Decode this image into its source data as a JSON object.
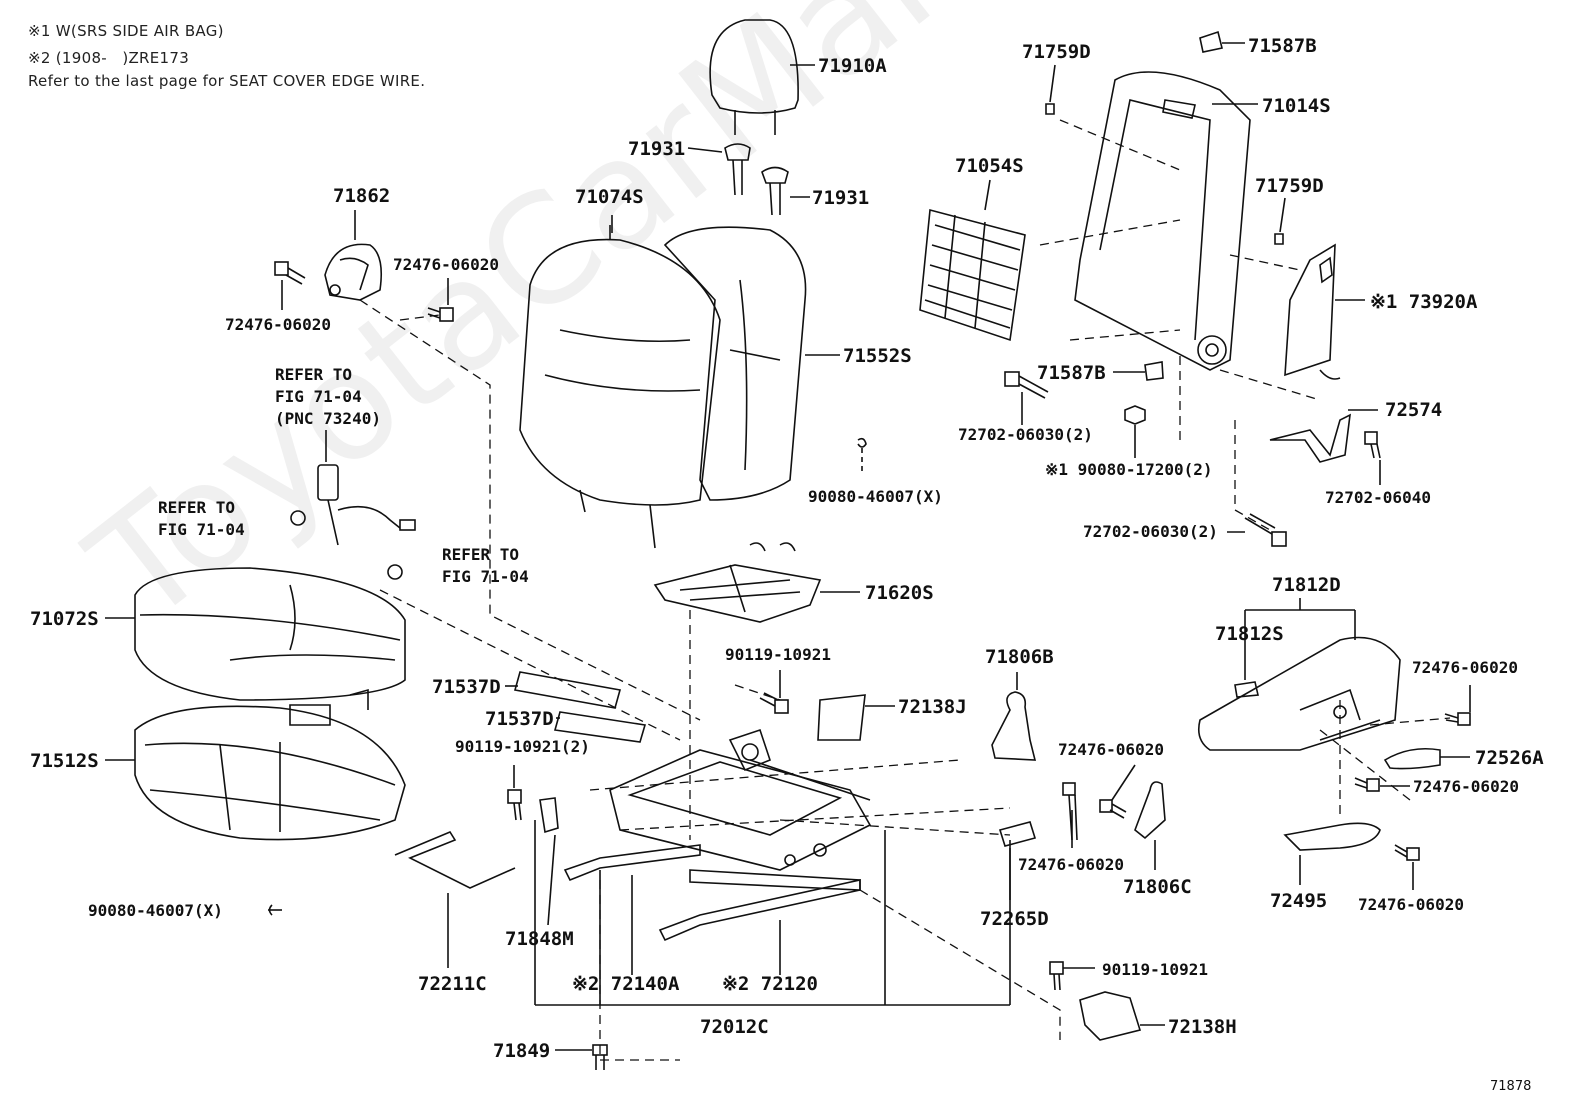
{
  "notes": [
    "※1 W(SRS SIDE AIR BAG)",
    "※2 (1908-　)ZRE173",
    "Refer to the last page for SEAT COVER EDGE WIRE."
  ],
  "watermark": "ToyotaCarMart.ru",
  "figure_id": "71878",
  "parts": {
    "p71910A": "71910A",
    "p71931a": "71931",
    "p71931b": "71931",
    "p71074S": "71074S",
    "p71552S": "71552S",
    "p71862": "71862",
    "p72476a": "72476-06020",
    "p72476b": "72476-06020",
    "p71759Da": "71759D",
    "p71587Ba": "71587B",
    "p71014S": "71014S",
    "p71054S": "71054S",
    "p71759Db": "71759D",
    "p73920A": "※1 73920A",
    "p71587Bb": "71587B",
    "p72702a": "72702-06030(2)",
    "p90080_17200": "※1 90080-17200(2)",
    "p72574": "72574",
    "p72702b": "72702-06040",
    "p72702c": "72702-06030(2)",
    "p90080a": "90080-46007(X)",
    "p71620S": "71620S",
    "p71072S": "71072S",
    "p71537Da": "71537D",
    "p71537Db": "71537D",
    "p71512S": "71512S",
    "p90119a": "90119-10921",
    "p72138J": "72138J",
    "p90119b": "90119-10921(2)",
    "p71806B": "71806B",
    "p72476c": "72476-06020",
    "p72476d": "72476-06020",
    "p71806C": "71806C",
    "p72265D": "72265D",
    "p90119c": "90119-10921",
    "p72138H": "72138H",
    "p90080b": "90080-46007(X)",
    "p71848M": "71848M",
    "p72211C": "72211C",
    "p72140A": "※2 72140A",
    "p72120": "※2 72120",
    "p72012C": "72012C",
    "p71849": "71849",
    "p71812D": "71812D",
    "p71812S": "71812S",
    "p72476e": "72476-06020",
    "p72526A": "72526A",
    "p72476f": "72476-06020",
    "p72495": "72495",
    "p72476g": "72476-06020"
  },
  "refs": {
    "r1_l1": "REFER TO",
    "r1_l2": "FIG 71-04",
    "r1_l3": "(PNC 73240)",
    "r2_l1": "REFER TO",
    "r2_l2": "FIG 71-04",
    "r3_l1": "REFER TO",
    "r3_l2": "FIG 71-04"
  }
}
